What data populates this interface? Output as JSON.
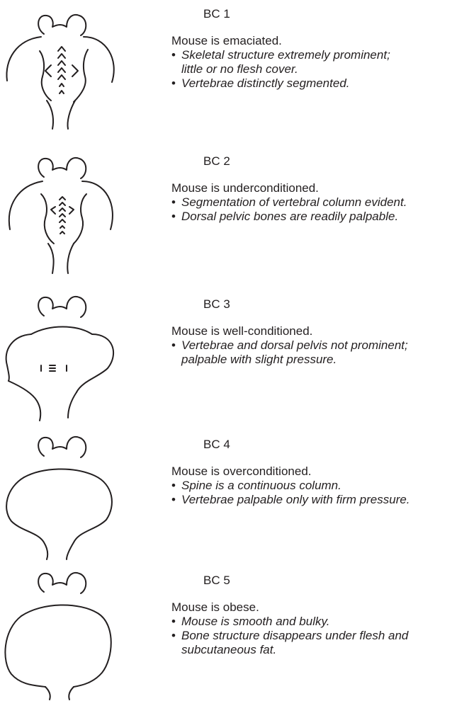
{
  "conditions": [
    {
      "label": "BC 1",
      "description": "Mouse is emaciated.",
      "bullets": [
        "Skeletal structure extremely prominent;\nlittle or no flesh cover.",
        "Vertebrae distinctly segmented."
      ]
    },
    {
      "label": "BC 2",
      "description": "Mouse is underconditioned.",
      "bullets": [
        "Segmentation of vertebral column evident.",
        "Dorsal pelvic bones are readily palpable."
      ]
    },
    {
      "label": "BC 3",
      "description": "Mouse is well-conditioned.",
      "bullets": [
        "Vertebrae and dorsal pelvis not prominent;\npalpable with slight pressure."
      ]
    },
    {
      "label": "BC 4",
      "description": "Mouse is overconditioned.",
      "bullets": [
        "Spine is a continuous column.",
        "Vertebrae palpable only with firm pressure."
      ]
    },
    {
      "label": "BC 5",
      "description": "Mouse is obese.",
      "bullets": [
        "Mouse is smooth and bulky.",
        "Bone structure disappears under flesh and\nsubcutaneous fat."
      ]
    }
  ],
  "bullet_glyph": "•",
  "stroke_color": "#231f20"
}
